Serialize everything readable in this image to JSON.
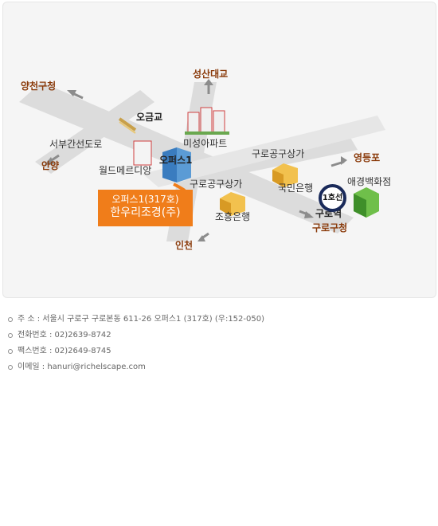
{
  "map": {
    "labels": {
      "yangcheon": "양천구청",
      "seongsan": "성산대교",
      "ogeumgyo": "오금교",
      "mison": "미성아파트",
      "seobu": "서부간선도로",
      "anyang": "안양",
      "worldmeridian": "월드메르디앙",
      "office": "오퍼스1",
      "guro_mall_1": "구로공구상가",
      "yeongdeungpo": "영등포",
      "kookmin": "국민은행",
      "aekyung": "애경백화점",
      "guro_mall_2": "구로공구상가",
      "guro_station": "구로역",
      "guro_office": "구로구청",
      "chohung": "조흥은행",
      "incheon": "인천"
    },
    "office_box": {
      "line1": "오퍼스1(317호)",
      "line2": "한우리조경(주)"
    },
    "station_badge": "1호선"
  },
  "contact": [
    "주 소 : 서울시 구로구 구로본동 611-26 오퍼스1 (317호) (우:152-050)",
    "전화번호 : 02)2639-8742",
    "팩스번호 : 02)2649-8745",
    "이메일 : hanuri@richelscape.com"
  ],
  "colors": {
    "road": "#dcdcdc",
    "arrow": "#8c8c8c",
    "accent_orange": "#f07d1a",
    "label_brown": "#8a3a0a"
  }
}
